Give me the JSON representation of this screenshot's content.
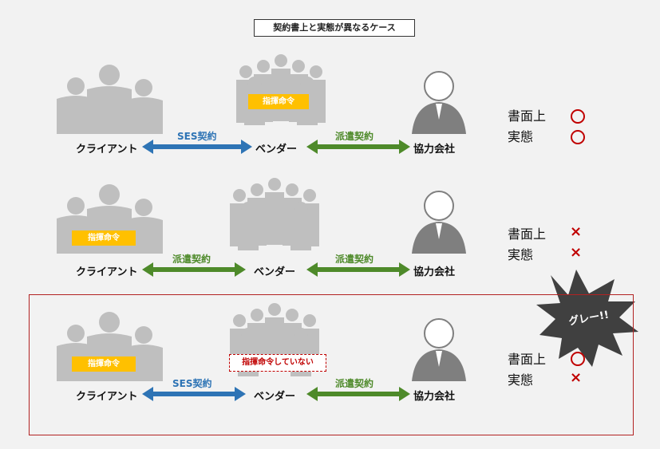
{
  "title": "契約書上と実態が異なるケース",
  "rows": [
    {
      "client": "クライアント",
      "vendor": "ベンダー",
      "partner": "協力会社",
      "left_contract": "SES契約",
      "right_contract": "派遣契約",
      "badge": "指揮命令",
      "status1": "書面上",
      "status2": "実態",
      "mark1": "○",
      "mark2": "○"
    },
    {
      "client": "クライアント",
      "vendor": "ベンダー",
      "partner": "協力会社",
      "left_contract": "派遣契約",
      "right_contract": "派遣契約",
      "badge": "指揮命令",
      "status1": "書面上",
      "status2": "実態",
      "mark1": "×",
      "mark2": "×"
    },
    {
      "client": "クライアント",
      "vendor": "ベンダー",
      "partner": "協力会社",
      "left_contract": "SES契約",
      "right_contract": "派遣契約",
      "badge": "指揮命令",
      "vendor_badge": "指揮命令していない",
      "status1": "書面上",
      "status2": "実態",
      "mark1": "○",
      "mark2": "×"
    }
  ],
  "callout": "グレー!!",
  "colors": {
    "blue": "#2e74b5",
    "green": "#4e8a2a",
    "red": "#c00000",
    "yellow": "#ffc000",
    "gray": "#bfbfbf"
  }
}
